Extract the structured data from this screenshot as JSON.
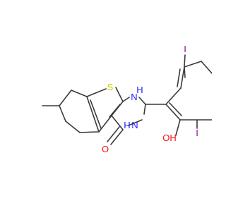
{
  "colors": {
    "bond": "#3a3a3a",
    "sulfur": "#c8c800",
    "nitrogen": "#2020ff",
    "oxygen": "#ff0d0d",
    "iodine": "#940094",
    "background": "#ffffff"
  },
  "atoms": {
    "s1": "S",
    "n1": "N",
    "h_n1": "H",
    "n3": "N",
    "h_n3": "H",
    "o_carbonyl": "O",
    "oh": "OH",
    "i_top": "I",
    "i_right": "I"
  }
}
